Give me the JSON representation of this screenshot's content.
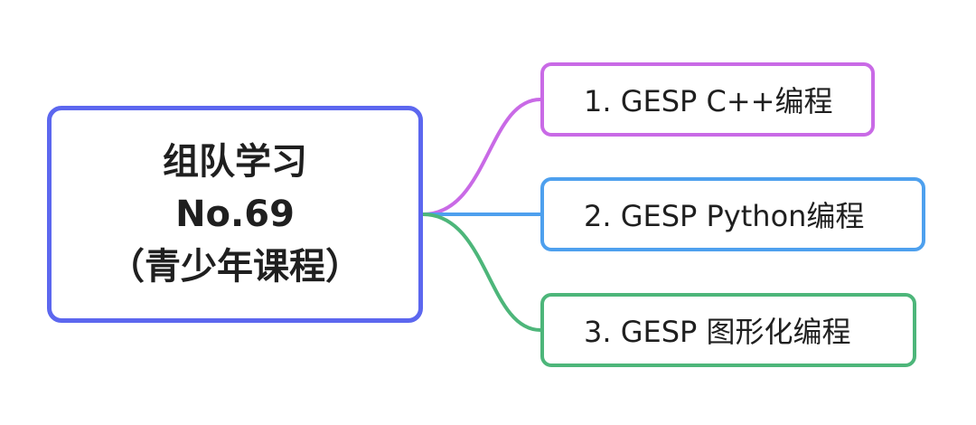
{
  "root": {
    "lines": [
      "组队学习",
      "No.69",
      "（青少年课程）"
    ],
    "border_color": "#5c67ef"
  },
  "branches": [
    {
      "label": "1.  GESP C++编程",
      "color": "#c96ae6"
    },
    {
      "label": "2.  GESP Python编程",
      "color": "#4ea0ee"
    },
    {
      "label": "3.  GESP 图形化编程",
      "color": "#4db67a"
    }
  ]
}
